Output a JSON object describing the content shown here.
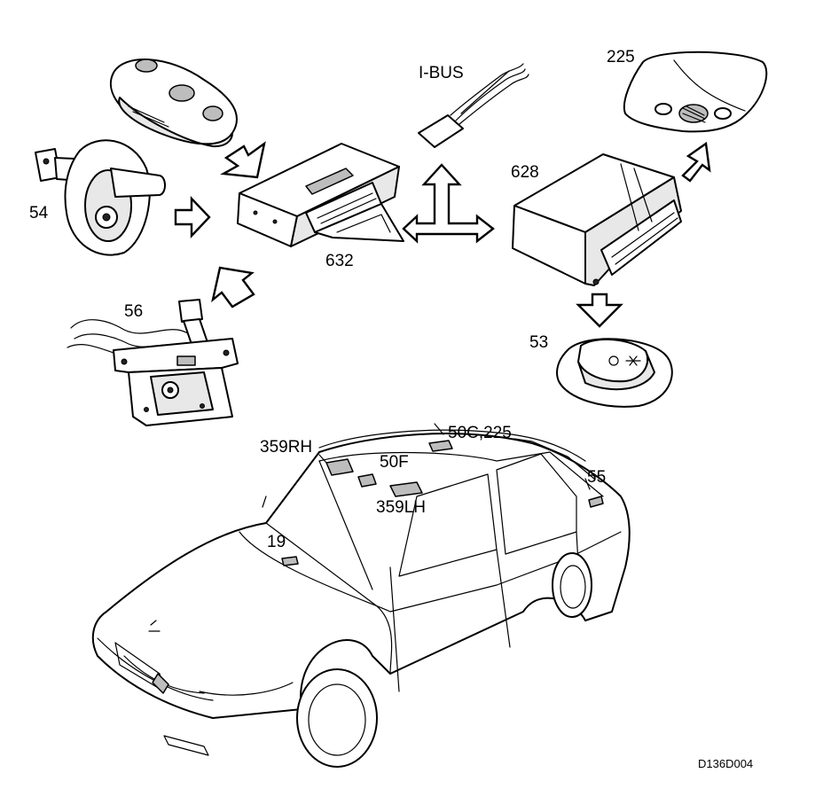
{
  "labels": {
    "remote_key": "54",
    "latch_unit": "56",
    "control_module": "632",
    "bus": "I-BUS",
    "interior_module": "628",
    "roof_console": "225",
    "switch_unit": "53",
    "car_rh": "359RH",
    "car_roof": "50C,225",
    "car_50f": "50F",
    "car_lh": "359LH",
    "car_rear": "55",
    "car_dash": "19"
  },
  "figure_code": "D136D004",
  "colors": {
    "line": "#000000",
    "background": "#ffffff",
    "shade": "#bdbdbd"
  }
}
